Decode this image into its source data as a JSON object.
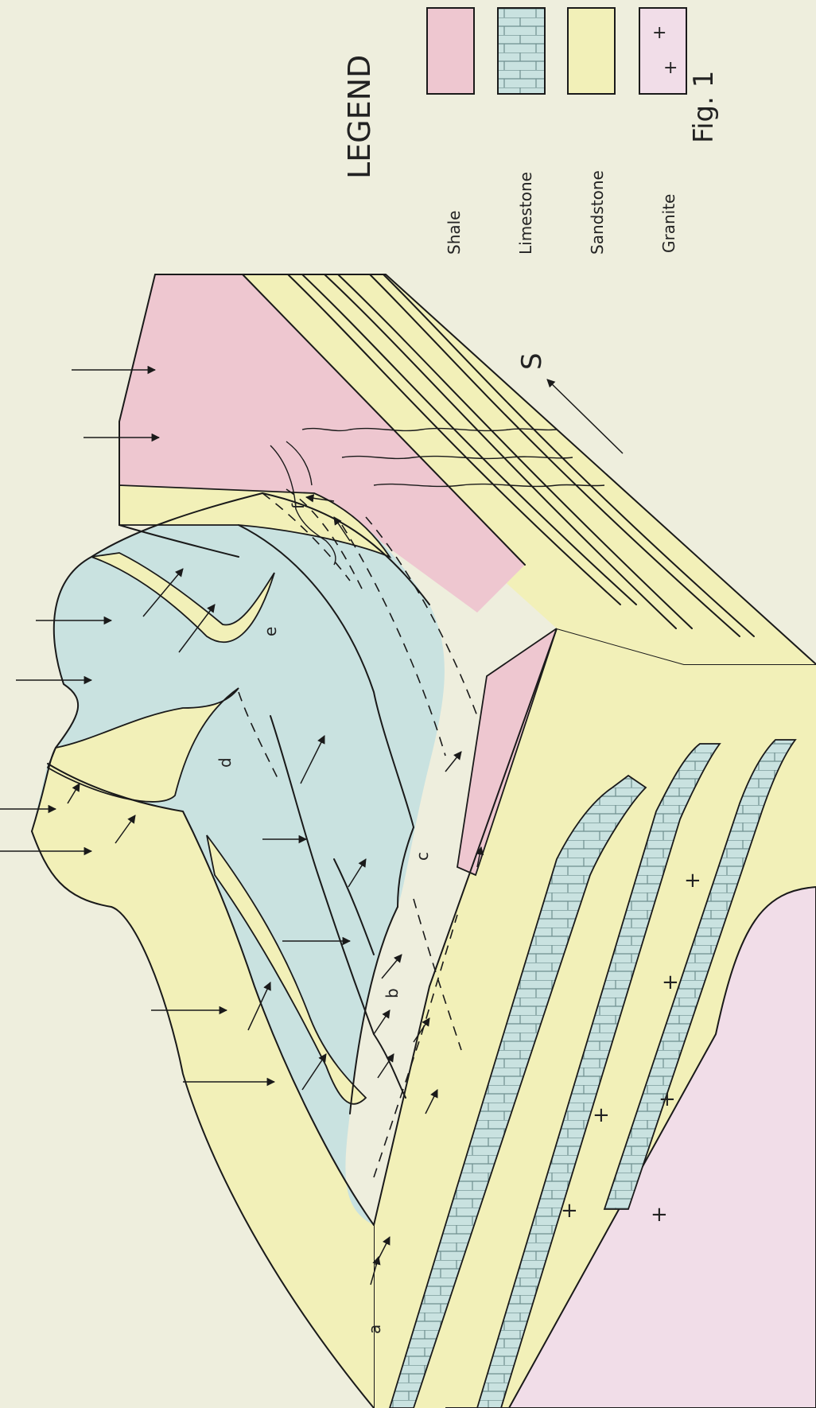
{
  "figure": {
    "fig_label": "Fig. 1",
    "direction_label": "S",
    "point_labels": [
      "a",
      "b",
      "c",
      "d",
      "e",
      "f"
    ]
  },
  "legend": {
    "title": "LEGEND",
    "items": [
      {
        "label": "Shale",
        "color": "#eec7d0",
        "pattern": "solid"
      },
      {
        "label": "Limestone",
        "color": "#c9e2e0",
        "pattern": "brick"
      },
      {
        "label": "Sandstone",
        "color": "#f2f0b8",
        "pattern": "solid"
      },
      {
        "label": "Granite",
        "color": "#f1dde8",
        "pattern": "crosses"
      }
    ]
  },
  "colors": {
    "paper": "#eeeedd",
    "shale": "#eec7d0",
    "limestone": "#c9e2e0",
    "sandstone": "#f2f0b8",
    "granite": "#f1dde8",
    "ink": "#1a1a1a"
  }
}
